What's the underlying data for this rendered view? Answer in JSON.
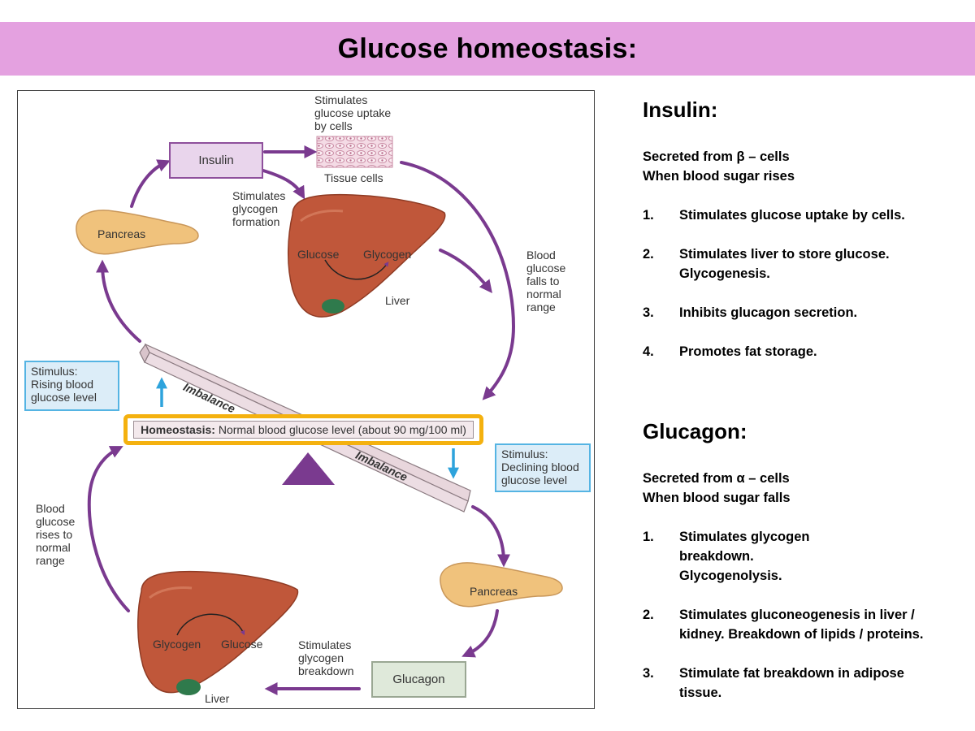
{
  "title": "Glucose homeostasis:",
  "diagram": {
    "insulin_box": "Insulin",
    "stimulates_uptake": [
      "Stimulates",
      "glucose uptake",
      "by cells"
    ],
    "tissue_cells": "Tissue cells",
    "stimulates_glycogen_formation": [
      "Stimulates",
      "glycogen",
      "formation"
    ],
    "pancreas_top": "Pancreas",
    "liver_top_glucose": "Glucose",
    "liver_top_glycogen": "Glycogen",
    "liver_top_label": "Liver",
    "blood_glucose_falls": [
      "Blood",
      "glucose",
      "falls to",
      "normal",
      "range"
    ],
    "stimulus_rising": [
      "Stimulus:",
      "Rising blood",
      "glucose level"
    ],
    "imbalance_top": "Imbalance",
    "homeostasis_bold": "Homeostasis:",
    "homeostasis_text": " Normal blood glucose level (about 90 mg/100 ml)",
    "imbalance_bottom": "Imbalance",
    "stimulus_declining": [
      "Stimulus:",
      "Declining blood",
      "glucose level"
    ],
    "blood_glucose_rises": [
      "Blood",
      "glucose",
      "rises to",
      "normal",
      "range"
    ],
    "pancreas_bottom": "Pancreas",
    "liver_bottom_glycogen": "Glycogen",
    "liver_bottom_glucose": "Glucose",
    "liver_bottom_label": "Liver",
    "stimulates_glycogen_breakdown": [
      "Stimulates",
      "glycogen",
      "breakdown"
    ],
    "glucagon_box": "Glucagon",
    "colors": {
      "arrow": "#7a3a8f",
      "stimulus_arrow": "#2ea3dc",
      "highlight": "#f4b10f",
      "liver": "#c0573a",
      "pancreas": "#f0c27c"
    }
  },
  "insulin": {
    "heading": "Insulin:",
    "secreted": "Secreted from β – cells",
    "when": "When blood sugar rises",
    "items": [
      {
        "num": "1.",
        "text": "Stimulates glucose uptake by cells."
      },
      {
        "num": "2.",
        "text": "Stimulates liver to store glucose. Glycogenesis."
      },
      {
        "num": "3.",
        "text": "Inhibits glucagon secretion."
      },
      {
        "num": "4.",
        "text": "Promotes fat storage."
      }
    ]
  },
  "glucagon": {
    "heading": "Glucagon:",
    "secreted": "Secreted from α – cells",
    "when": "When blood sugar falls",
    "items": [
      {
        "num": "1.",
        "text": "Stimulates glycogen breakdown. Glycogenolysis."
      },
      {
        "num": "2.",
        "text": "Stimulates gluconeogenesis in liver / kidney. Breakdown of lipids / proteins."
      },
      {
        "num": "3.",
        "text": "Stimulate fat breakdown in adipose tissue."
      }
    ]
  }
}
